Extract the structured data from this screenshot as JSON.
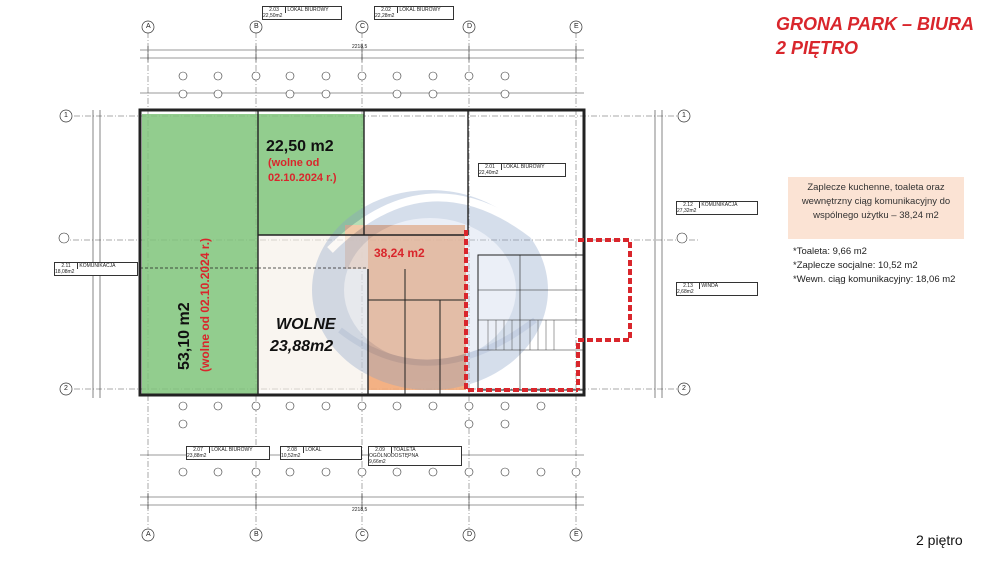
{
  "header": {
    "title_line1": "GRONA PARK – BIURA",
    "title_line2": "2 PIĘTRO"
  },
  "note": {
    "shared_text": "Zaplecze kuchenne, toaleta oraz wewnętrzny ciąg komunikacyjny do wspólnego użytku – 38,24 m2"
  },
  "legend": {
    "items": [
      "*Toaleta: 9,66 m2",
      "*Zaplecze socjalne: 10,52 m2",
      "*Wewn. ciąg komunikacyjny: 18,06 m2"
    ]
  },
  "footer": {
    "floor_label": "2 piętro"
  },
  "plan": {
    "room_green_top": {
      "area": "22,50 m2",
      "status_line1": "(wolne od",
      "status_line2": "02.10.2024 r.)"
    },
    "room_green_left": {
      "area": "53,10 m2",
      "status": "(wolne od 02.10.2024 r.)"
    },
    "room_free": {
      "status": "WOLNE",
      "area": "23,88m2"
    },
    "shared_area": {
      "area": "38,24 m2"
    },
    "grid_letters": [
      "A",
      "B",
      "C",
      "D",
      "E"
    ],
    "grid_numbers": [
      "1",
      "2"
    ],
    "dim_total": "2218,5",
    "room_tags": [
      {
        "num": "2.03",
        "name": "LOKAL BIUROWY",
        "area": "22,50m2"
      },
      {
        "num": "2.02",
        "name": "LOKAL BIUROWY",
        "area": "22,28m2"
      },
      {
        "num": "2.01",
        "name": "LOKAL BIUROWY",
        "area": "22,40m2"
      },
      {
        "num": "2.12",
        "name": "KOMUNIKACJA",
        "area": "27,32m2"
      },
      {
        "num": "2.13",
        "name": "WINDA",
        "area": "2,68m2"
      },
      {
        "num": "2.11",
        "name": "KOMUNIKACJA",
        "area": "18,08m2"
      },
      {
        "num": "2.07",
        "name": "LOKAL BIUROWY",
        "area": "23,88m2"
      },
      {
        "num": "2.08",
        "name": "LOKAL",
        "area": "10,52m2"
      },
      {
        "num": "2.09",
        "name": "TOALETA OGÓLNODOSTĘPNA",
        "area": "9,66m2"
      }
    ]
  },
  "colors": {
    "green_fill": "#7fc47a",
    "orange_fill": "#f2a877",
    "title_red": "#d9262c",
    "note_bg": "#fbe3d4"
  }
}
